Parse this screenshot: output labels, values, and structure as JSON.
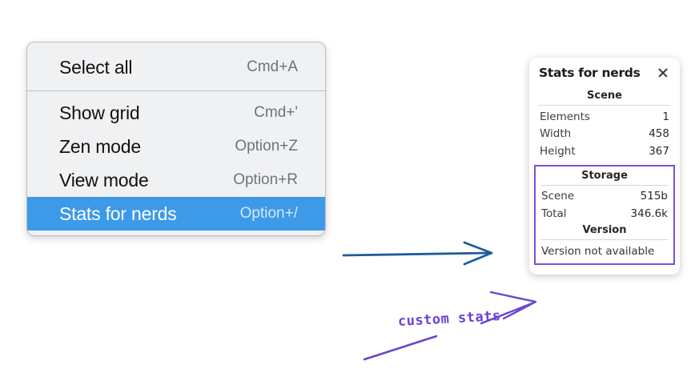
{
  "context_menu": {
    "sections": [
      {
        "items": [
          {
            "label": "Select all",
            "shortcut": "Cmd+A",
            "highlighted": false
          }
        ]
      },
      {
        "items": [
          {
            "label": "Show grid",
            "shortcut": "Cmd+'",
            "highlighted": false
          },
          {
            "label": "Zen mode",
            "shortcut": "Option+Z",
            "highlighted": false
          },
          {
            "label": "View mode",
            "shortcut": "Option+R",
            "highlighted": false
          },
          {
            "label": "Stats for nerds",
            "shortcut": "Option+/",
            "highlighted": true
          }
        ]
      }
    ],
    "highlight_color": "#3d9ae8"
  },
  "stats_panel": {
    "title": "Stats for nerds",
    "close_icon": "close-icon",
    "scene": {
      "heading": "Scene",
      "rows": [
        {
          "key": "Elements",
          "value": "1"
        },
        {
          "key": "Width",
          "value": "458"
        },
        {
          "key": "Height",
          "value": "367"
        }
      ]
    },
    "storage": {
      "heading": "Storage",
      "rows": [
        {
          "key": "Scene",
          "value": "515b"
        },
        {
          "key": "Total",
          "value": "346.6k"
        }
      ]
    },
    "version": {
      "heading": "Version",
      "note": "Version not available"
    },
    "highlight_border_color": "#7a51d6"
  },
  "annotations": {
    "handwritten_note": "custom stats",
    "blue_arrow_color": "#1f5c99",
    "purple_ink_color": "#6a44cf"
  }
}
